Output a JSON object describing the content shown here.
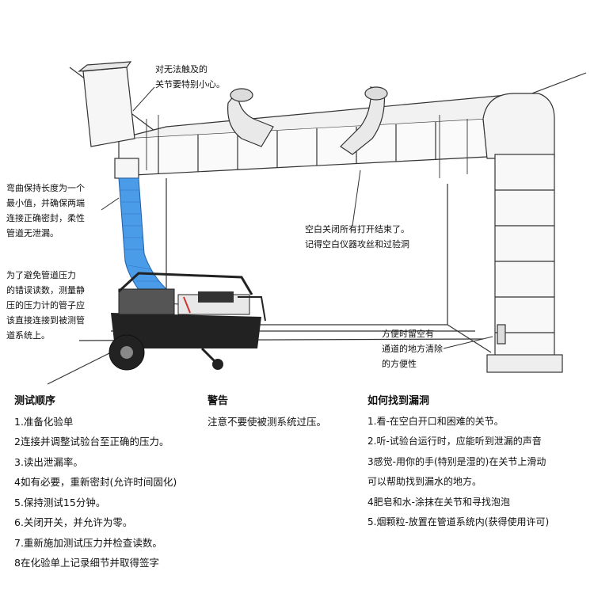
{
  "callouts": {
    "top": [
      "对无法触及的",
      "关节要特别小心。"
    ],
    "left_bend": [
      "弯曲保持长度为一个",
      "最小值，并确保两端",
      "连接正确密封，柔性",
      "管道无泄漏。"
    ],
    "left_pressure": [
      "为了避免管道压力",
      "的错误读数，测量静",
      "压的压力计的管子应",
      "该直接连接到被测管",
      "道系统上。"
    ],
    "right_blank": [
      "空白关闭所有打开结束了。",
      "记得空白仪器攻丝和过验洞"
    ],
    "right_access": [
      "方便时留空有",
      "通道的地方清除",
      "的方便性"
    ]
  },
  "sections": {
    "procedure": {
      "heading": "测试顺序",
      "lines": [
        "1.准备化验单",
        "2连接并调整试验台至正确的压力。",
        "3.读出泄漏率。",
        "4如有必要，重新密封(允许时间固化)",
        "5.保持测试15分钟。",
        "6.关闭开关，并允许为零。",
        "7.重新施加测试压力并检查读数。",
        "8在化验单上记录细节并取得签字"
      ]
    },
    "warning": {
      "heading": "警告",
      "lines": [
        "注意不要使被测系统过压。"
      ]
    },
    "find_leaks": {
      "heading": "如何找到漏洞",
      "lines": [
        "1.看-在空白开口和困难的关节。",
        "2.听-试验台运行时，应能听到泄漏的声音",
        "3感觉-用你的手(特别是湿的)在关节上滑动",
        "可以帮助找到漏水的地方。",
        "4肥皂和水-涂抹在关节和寻找泡泡",
        "5.烟颗粒-放置在管道系统内(获得使用许可)"
      ]
    }
  },
  "colors": {
    "line": "#333333",
    "flex_hose": "#4a9be8",
    "machine": "#222222"
  }
}
